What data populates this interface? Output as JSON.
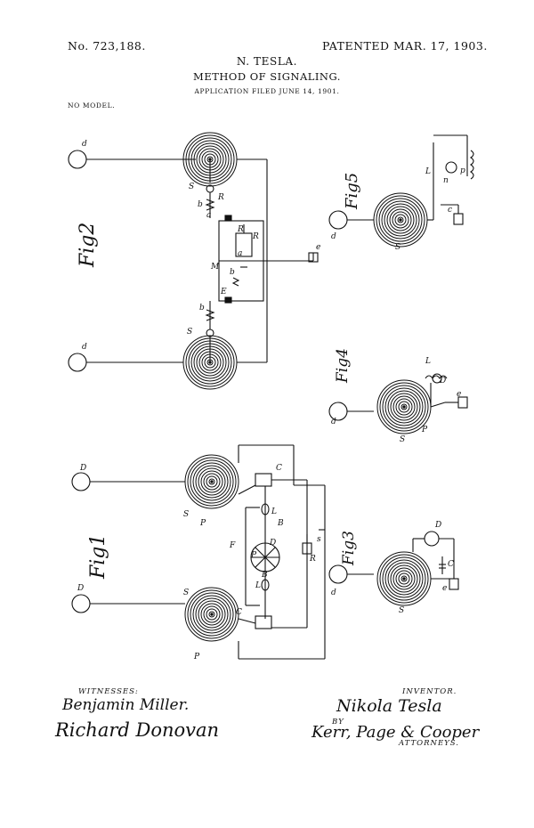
{
  "header": {
    "number": "No. 723,188.",
    "patented": "PATENTED MAR. 17, 1903.",
    "inventor_name": "N. TESLA.",
    "title": "METHOD OF SIGNALING.",
    "application": "APPLICATION FILED JUNE 14, 1901.",
    "model": "NO MODEL."
  },
  "figures": {
    "fig1": "Fig1",
    "fig2": "Fig2",
    "fig3": "Fig3",
    "fig4": "Fig4",
    "fig5": "Fig5"
  },
  "signatures": {
    "witnesses_label": "WITNESSES:",
    "witness1": "Benjamin Miller.",
    "witness2": "Richard Donovan",
    "inventor_label": "INVENTOR.",
    "inventor": "Nikola Tesla",
    "by": "BY",
    "attorneys": "Kerr, Page & Cooper",
    "attorneys_label": "ATTORNEYS."
  }
}
